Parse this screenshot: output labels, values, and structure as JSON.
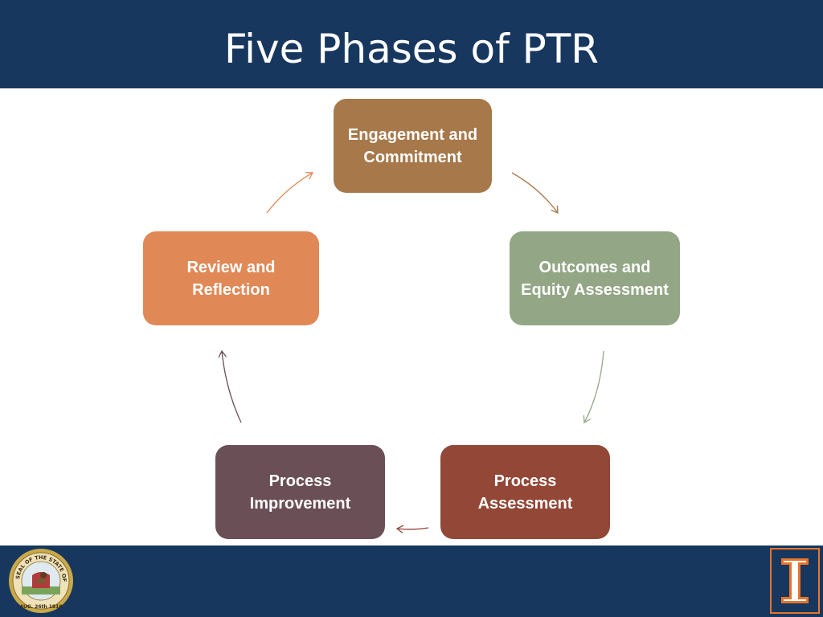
{
  "slide": {
    "title": "Five Phases of PTR"
  },
  "phases": [
    {
      "label": "Engagement and Commitment",
      "color": "#a6784a"
    },
    {
      "label": "Outcomes and Equity Assessment",
      "color": "#93a686"
    },
    {
      "label": "Process Assessment",
      "color": "#924737"
    },
    {
      "label": "Process Improvement",
      "color": "#6b4f57"
    },
    {
      "label": "Review and Reflection",
      "color": "#e08856"
    }
  ],
  "colors": {
    "header_band": "#17375e",
    "footer_band": "#17375e",
    "logo_orange": "#e8742c"
  },
  "footer": {
    "left_icon": "state-seal-icon",
    "right_icon": "block-i-logo-icon",
    "seal_text": "SEAL OF THE STATE OF ILLINOIS",
    "seal_date": "AUG. 26th 1818"
  }
}
